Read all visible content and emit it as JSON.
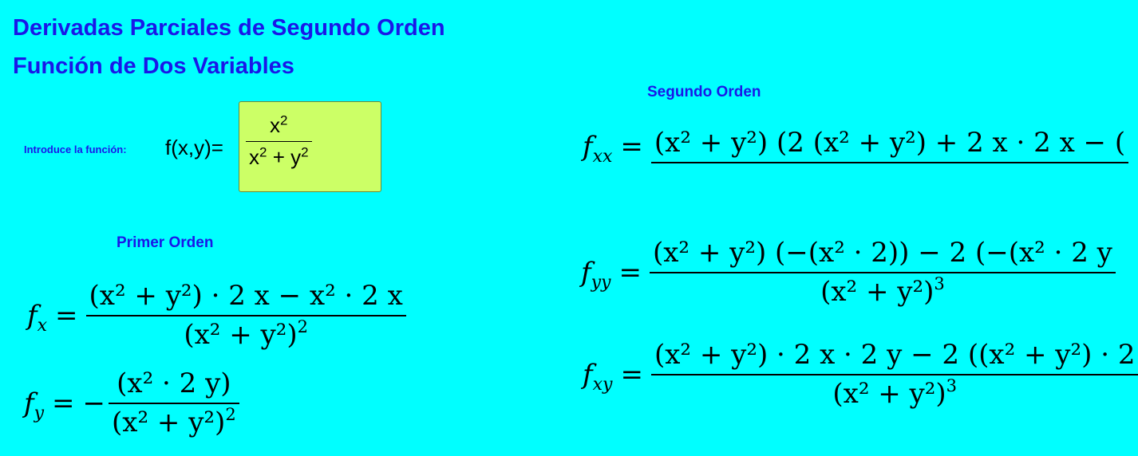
{
  "title": {
    "line1": "Derivadas Parciales de Segundo Orden",
    "line2": "Función de Dos Variables"
  },
  "input": {
    "label": "Introduce la función:",
    "prefix": "f(x,y)=",
    "numerator": "x",
    "numerator_exp": "2",
    "denominator_a": "x",
    "denominator_a_exp": "2",
    "denominator_op": " + y",
    "denominator_b_exp": "2",
    "box_color": "#ccff66"
  },
  "primer_orden": {
    "heading": "Primer Orden",
    "fx": {
      "lhs": "f",
      "sub": "x",
      "numerator": "(x² + y²) · 2 x − x² · 2 x",
      "denominator": "(x² + y²)",
      "den_exp": "2"
    },
    "fy": {
      "lhs": "f",
      "sub": "y",
      "sign": "−",
      "numerator": "(x² · 2 y)",
      "denominator": "(x² + y²)",
      "den_exp": "2"
    }
  },
  "segundo_orden": {
    "heading": "Segundo Orden",
    "fxx": {
      "lhs": "f",
      "sub": "xx",
      "numerator": "(x² + y²) (2 (x² + y²) + 2 x · 2 x − (",
      "denominator": ""
    },
    "fyy": {
      "lhs": "f",
      "sub": "yy",
      "numerator": "(x² + y²) (−(x² · 2)) − 2 (−(x² · 2 y",
      "denominator": "(x² + y²)",
      "den_exp": "3"
    },
    "fxy": {
      "lhs": "f",
      "sub": "xy",
      "numerator": "(x² + y²) · 2 x · 2 y − 2 ((x² + y²) · 2",
      "denominator": "(x² + y²)",
      "den_exp": "3"
    }
  },
  "colors": {
    "background": "#00ffff",
    "heading": "#1a17e8",
    "text": "#000000"
  }
}
